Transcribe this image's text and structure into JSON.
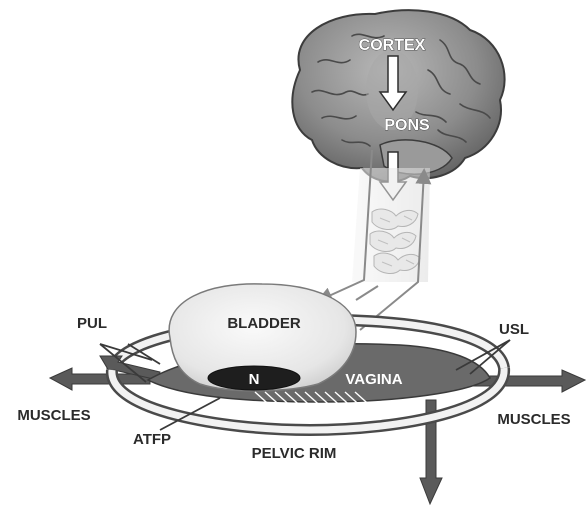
{
  "labels": {
    "cortex": "CORTEX",
    "pons": "PONS",
    "bladder": "BLADDER",
    "n": "N",
    "vagina": "VAGINA",
    "pul": "PUL",
    "usl": "USL",
    "muscles_left": "MUSCLES",
    "muscles_right": "MUSCLES",
    "atfp": "ATFP",
    "pelvic_rim": "PELVIC RIM"
  }
}
